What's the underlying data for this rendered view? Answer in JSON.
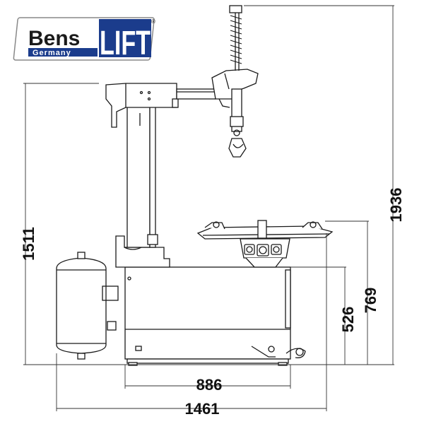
{
  "logo": {
    "brand": "Bens",
    "lift": "LIFT",
    "registered": "®",
    "country": "Germany",
    "brand_color": "#1b3c8c"
  },
  "dimensions": {
    "total_height": "1936",
    "column_height": "1511",
    "table_height": "769",
    "cabinet_height": "526",
    "cabinet_width": "886",
    "total_width": "1461"
  },
  "colors": {
    "line": "#1a1a1a",
    "dimension_line": "#333333"
  }
}
